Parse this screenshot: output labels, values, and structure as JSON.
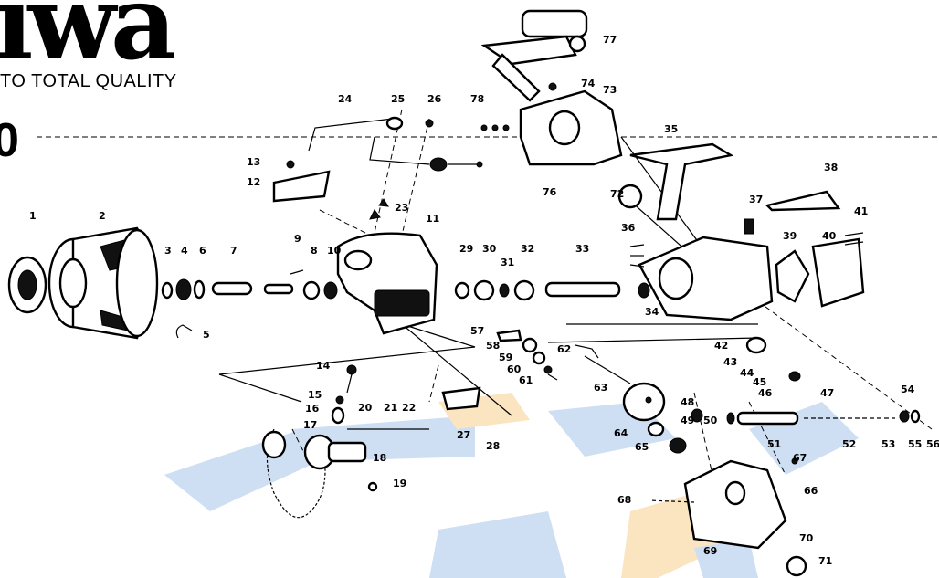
{
  "brand": {
    "logo_text": "iwa",
    "tagline": "TO TOTAL QUALITY",
    "model_number": "0"
  },
  "part_numbers": [
    "1",
    "2",
    "3",
    "4",
    "5",
    "6",
    "7",
    "8",
    "9",
    "10",
    "11",
    "12",
    "13",
    "14",
    "15",
    "16",
    "17",
    "18",
    "19",
    "20",
    "21",
    "22",
    "23",
    "24",
    "25",
    "26",
    "27",
    "28",
    "29",
    "30",
    "31",
    "32",
    "33",
    "34",
    "35",
    "36",
    "37",
    "38",
    "39",
    "40",
    "41",
    "42",
    "43",
    "44",
    "45",
    "46",
    "47",
    "48",
    "49",
    "50",
    "51",
    "52",
    "53",
    "54",
    "55",
    "56",
    "57",
    "58",
    "59",
    "60",
    "61",
    "62",
    "63",
    "64",
    "65",
    "66",
    "67",
    "68",
    "69",
    "70",
    "71",
    "72",
    "73",
    "74",
    "76",
    "77",
    "78"
  ],
  "colors": {
    "ink": "#000000",
    "background": "#ffffff",
    "watermark_blue": "#c9dcf2",
    "watermark_orange": "#fbe3bb"
  }
}
